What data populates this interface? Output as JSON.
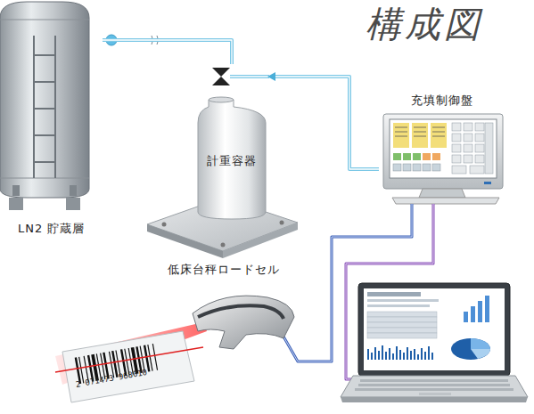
{
  "diagram": {
    "title": "構成図",
    "nodes": [
      {
        "text": [
          "LN2 貯蔵層"
        ]
      },
      {
        "text": [
          "計重容器"
        ]
      },
      {
        "text": [
          "低床台秤ロードセル"
        ]
      },
      {
        "text": [
          "充填制御盤"
        ]
      }
    ],
    "edges": [
      {
        "from": 0,
        "to": 1,
        "arrow": "none"
      },
      {
        "from": 3,
        "to": 1,
        "arrow": "to"
      }
    ],
    "labels": [
      "2 071473 968010"
    ]
  }
}
